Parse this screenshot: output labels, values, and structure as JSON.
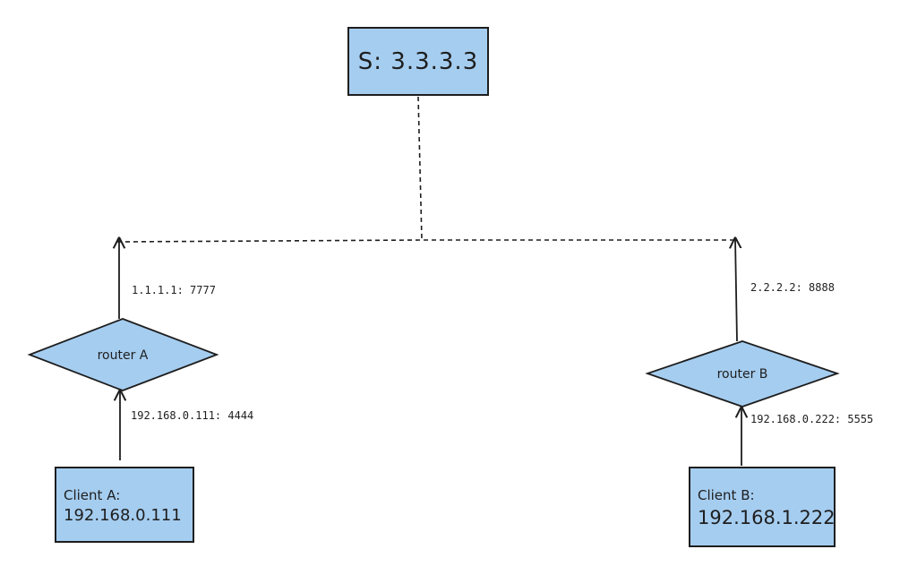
{
  "colors": {
    "node_fill": "#a5cdf0",
    "stroke": "#1e1e1e",
    "background": "#ffffff"
  },
  "server": {
    "label": "S: 3.3.3.3"
  },
  "router_a": {
    "label": "router A"
  },
  "router_b": {
    "label": "router B"
  },
  "client_a": {
    "title": "Client A:",
    "ip": "192.168.0.111"
  },
  "client_b": {
    "title": "Client B:",
    "ip": "192.168.1.222"
  },
  "edges": {
    "router_a_public": "1.1.1.1: 7777",
    "router_b_public": "2.2.2.2: 8888",
    "client_a_private": "192.168.0.111: 4444",
    "client_b_private": "192.168.0.222: 5555"
  }
}
